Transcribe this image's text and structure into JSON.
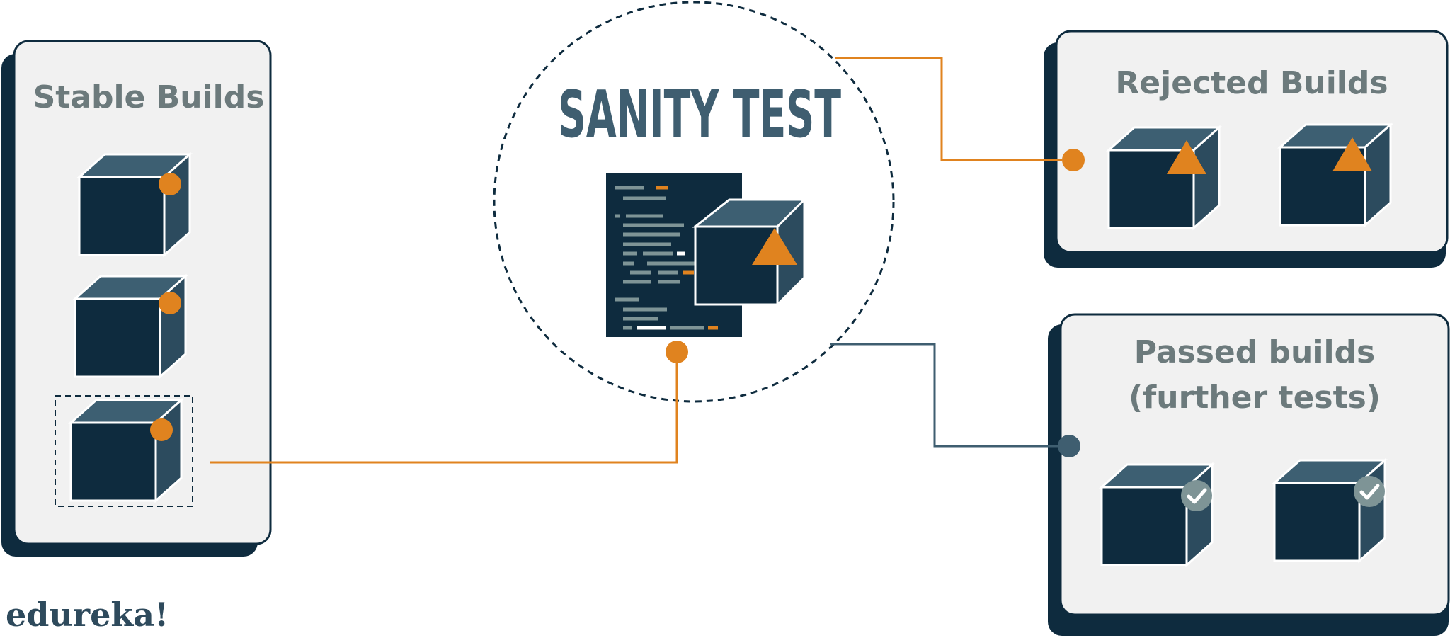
{
  "diagram": {
    "title": "SANITY TEST",
    "stable_builds_label": "Stable Builds",
    "rejected_builds_label": "Rejected Builds",
    "passed_builds_label_line1": "Passed builds",
    "passed_builds_label_line2": "(further tests)",
    "logo": "edureka!"
  },
  "colors": {
    "dark_navy": "#0e2b3e",
    "box_top": "#3d5f72",
    "panel_fill": "#f1f1f1",
    "orange": "#e0831f",
    "slate_line": "#3f5e70",
    "label_gray": "#6c7a7c",
    "check_badge": "#7e9496"
  },
  "icons": [
    "build-box-icon",
    "warning-triangle-icon",
    "checkmark-icon",
    "code-document-icon",
    "status-dot-icon"
  ]
}
